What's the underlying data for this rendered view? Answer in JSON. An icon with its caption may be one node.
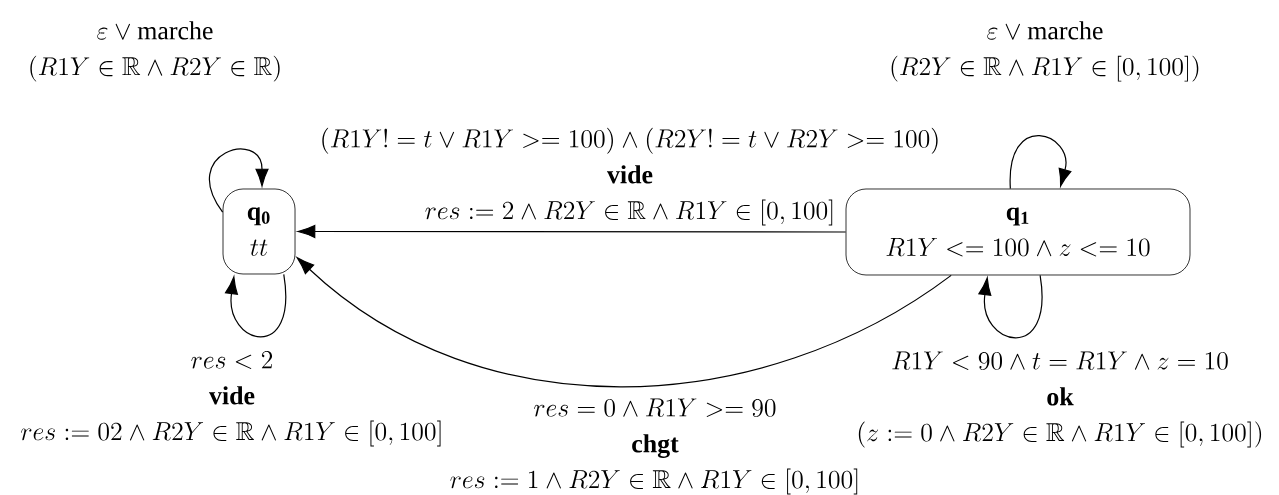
{
  "diagram": {
    "nodes": [
      {
        "text": [
          "q$_{0}$",
          "tt"
        ]
      },
      {
        "text": [
          "q$_{1}$",
          "R1Y <= 100 \\wedge z <= 10"
        ]
      }
    ],
    "edges": [
      {
        "from": 0,
        "to": 0,
        "arrow": "to",
        "label": "\\begin{array}{c}\\varepsilon\\vee\\mathrm{marche}\\\\(R1Y\\in\\mathbb{R}\\wedge R2Y\\in\\mathbb{R})\\end{array}"
      },
      {
        "from": 1,
        "to": 1,
        "arrow": "to",
        "label": "\\begin{array}{c}\\varepsilon\\vee\\mathrm{marche}\\\\(R2Y\\in\\mathbb{R}\\wedge R1Y\\in[0,100])\\end{array}"
      },
      {
        "from": 1,
        "to": 0,
        "arrow": "to",
        "label": "\\begin{array}{c}(R1Y!=t\\vee R1Y>=100)\\wedge(R2Y!=t\\vee R2Y>=100)\\\\\\mathbf{vide}\\\\res:=2\\wedge R2Y\\in\\mathbb{R}\\wedge R1Y\\in[0,100]\\end{array}"
      },
      {
        "from": 0,
        "to": 0,
        "arrow": "to",
        "label": "\\begin{array}{c}res<2\\\\\\mathbf{vide}\\\\res:=02\\wedge R2Y\\in\\mathbb{R}\\wedge R1Y\\in[0,100]\\end{array}"
      },
      {
        "from": 1,
        "to": 0,
        "arrow": "to",
        "label": "\\begin{array}{c}res=0\\wedge R1Y>=90\\\\\\mathbf{chgt}\\\\res:=1\\wedge R2Y\\in\\mathbb{R}\\wedge R1Y\\in[0,100]\\end{array}"
      },
      {
        "from": 1,
        "to": 1,
        "arrow": "to",
        "label": "\\begin{array}{c}R1Y<90\\wedge t=R1Y\\wedge z=10\\\\\\mathbf{ok}\\\\(z:=0\\wedge R2Y\\in\\mathbb{R}\\wedge R1Y\\in[0,100])\\end{array}"
      }
    ]
  }
}
